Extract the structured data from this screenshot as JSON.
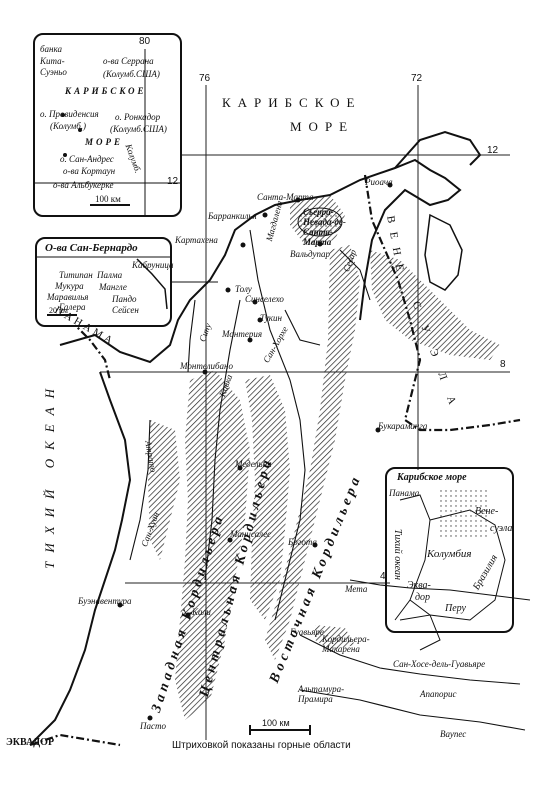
{
  "map": {
    "caption": "Штриховкой показаны горные области",
    "scale_label": "100 км",
    "coords": {
      "lon76": "76",
      "lon72": "72",
      "lat12": "12",
      "lat8": "8",
      "lat4": "4"
    },
    "seas": {
      "caribbean_line1": "КАРИБСКОЕ",
      "caribbean_line2": "МОРЕ",
      "pacific": "ТИХИЙ ОКЕАН",
      "panama": "ПАНАМА",
      "venezuela_a": "ВЕНЕ",
      "venezuela_b": "СУЭЛА"
    },
    "cities": {
      "riohacha": "Риоача",
      "santa_marta": "Санта-Марта",
      "barranquilla": "Барранкилья",
      "cartagena": "Картахена",
      "sierra_nevada": "Сьерра-Невада-де-Санта-Марта",
      "valledupar": "Вальдупар",
      "tolu": "Толу",
      "sincelejo": "Синселехо",
      "tukin": "Тукин",
      "monteria": "Монтерия",
      "montelibano": "Монтелибано",
      "bucaramanga": "Букараманга",
      "medellin": "Медельин",
      "manizales": "Манисалес",
      "bogota": "Богота",
      "buenaventura": "Буэнавентура",
      "cali": "Кали",
      "pasto": "Пасто",
      "ecuador": "ЭКВАДОР",
      "meta": "Мета",
      "guaviare": "Гуавьяре",
      "cord_macarena": "Кордильера-Макарена",
      "san_jose": "Сан-Хосе-дель-Гуавьяре",
      "apaporis": "Апапорис",
      "vaupes": "Ваупес",
      "altamura": "Альтамура-Прамира",
      "atrato": "Атрато",
      "san_juan": "Сан-Хуан",
      "cauca": "Кавка",
      "magdalena": "Магдалена",
      "sinu": "Сину",
      "san_jorge": "Сан-Хорхе",
      "cesar": "Сесар",
      "cord_west": "Западная Кордильера",
      "cord_central": "Центральная Кордильера",
      "cord_east": "Восточная Кордильера"
    },
    "inset_islands": {
      "lines": [
        "банка",
        "Кита-",
        "Суэньо",
        "о-ва Серрана",
        "(Колумб.США)",
        "КАРИБСКОЕ",
        "о. Провиденсия",
        "(Колумб.)",
        "о. Ронкадор",
        "(Колумб.США)",
        "МОРЕ",
        "о. Сан-Андрес",
        "о-ва Кортаун",
        "о-ва Альбукерке",
        "Колумб."
      ],
      "coord80": "80",
      "coord12": "12",
      "scale": "100 км"
    },
    "inset_sanbernardo": {
      "title": "О-ва Сан-Бернардо",
      "lines": [
        "Титипан",
        "Мукура",
        "Маравилья",
        "Палма",
        "Мангле",
        "Кабруница",
        "Галера",
        "Пандо",
        "Сейсен"
      ],
      "scale": "20 км"
    },
    "inset_region": {
      "title": "Карибское море",
      "lines": [
        "Панама",
        "Вене-",
        "суэла",
        "Тихий океан",
        "Колумбия",
        "Эква-",
        "дор",
        "Перу",
        "Бразилия"
      ]
    }
  }
}
